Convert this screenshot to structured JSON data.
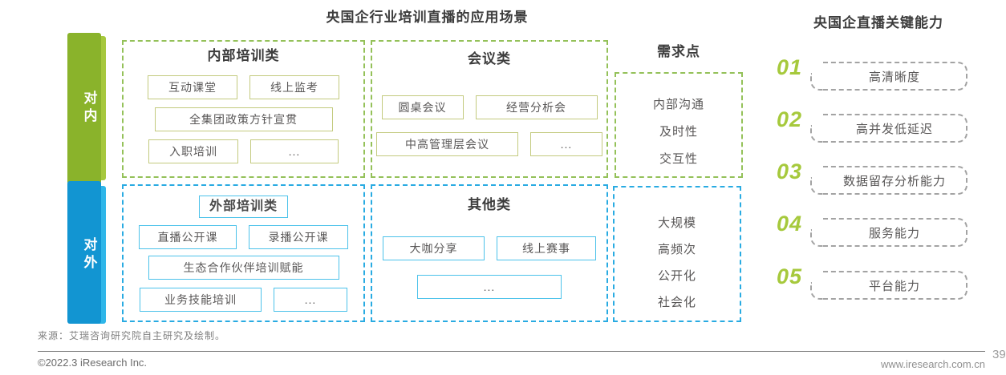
{
  "page": {
    "main_title": "央国企行业培训直播的应用场景",
    "right_title": "央国企直播关键能力"
  },
  "tabs": {
    "internal": "对内",
    "external": "对外"
  },
  "sections": {
    "internal_training": {
      "title": "内部培训类",
      "items": [
        "互动课堂",
        "线上监考",
        "全集团政策方针宣贯",
        "入职培训",
        "..."
      ]
    },
    "meetings": {
      "title": "会议类",
      "items": [
        "圆桌会议",
        "经营分析会",
        "中高管理层会议",
        "..."
      ]
    },
    "internal_demand": {
      "title": "需求点",
      "items": [
        "内部沟通",
        "及时性",
        "交互性"
      ]
    },
    "external_training": {
      "title": "外部培训类",
      "items": [
        "直播公开课",
        "录播公开课",
        "生态合作伙伴培训赋能",
        "业务技能培训",
        "..."
      ]
    },
    "others": {
      "title": "其他类",
      "items": [
        "大咖分享",
        "线上赛事",
        "..."
      ]
    },
    "external_demand": {
      "items": [
        "大规模",
        "高频次",
        "公开化",
        "社会化"
      ]
    }
  },
  "capabilities": [
    {
      "num": "01",
      "label": "高清晰度"
    },
    {
      "num": "02",
      "label": "高并发低延迟"
    },
    {
      "num": "03",
      "label": "数据留存分析能力"
    },
    {
      "num": "04",
      "label": "服务能力"
    },
    {
      "num": "05",
      "label": "平台能力"
    }
  ],
  "footer": {
    "source": "来源：艾瑞咨询研究院自主研究及绘制。",
    "copyright": "©2022.3 iResearch Inc.",
    "website": "www.iresearch.com.cn",
    "page_number": "39"
  },
  "colors": {
    "brand_green": "#a6c83d",
    "brand_green_dark": "#8ab32b",
    "brand_blue": "#2eb6e9",
    "brand_blue_dark": "#1295d2",
    "green_dash_border": "#94c159",
    "blue_dash_border": "#29abe2",
    "gray_dash_border": "#a3a3a3",
    "number_green": "#a6c93c",
    "text_dark": "#3c3c3c",
    "text_gray": "#595757"
  }
}
